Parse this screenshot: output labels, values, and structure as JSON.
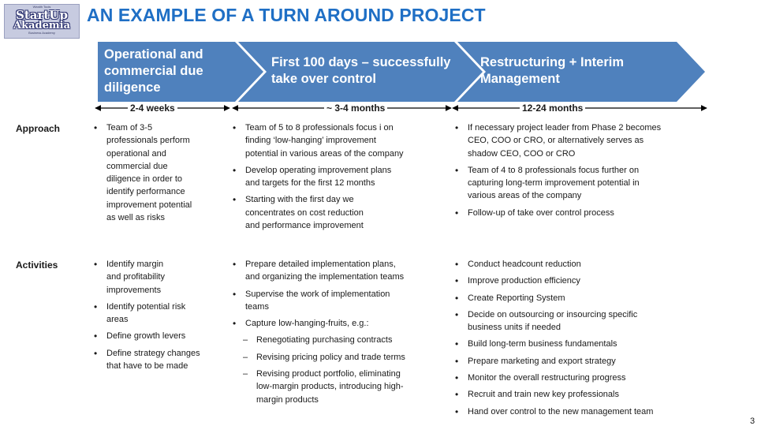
{
  "logo": {
    "tagline_top": "Wealth Tools",
    "line1": "StartUp",
    "line2": "Akademia",
    "tagline_bottom": "Business Academy"
  },
  "title": "AN EXAMPLE OF A TURN AROUND PROJECT",
  "colors": {
    "chevron": "#4f81bd",
    "title": "#1f6fc5"
  },
  "phases": [
    {
      "lines": [
        "Operational and",
        "commercial due",
        "diligence"
      ],
      "duration": "2-4 weeks"
    },
    {
      "lines": [
        "First 100 days – successfully",
        "take over control"
      ],
      "duration": "~ 3-4 months"
    },
    {
      "lines": [
        "Restructuring + Interim",
        "Management"
      ],
      "duration": "12-24 months"
    }
  ],
  "rows": {
    "approach": {
      "label": "Approach",
      "col1": [
        {
          "lines": [
            "Team of 3-5",
            "professionals perform",
            "operational and",
            "commercial due",
            "diligence in order to",
            "identify performance",
            "improvement potential",
            "as well as risks"
          ]
        }
      ],
      "col2": [
        {
          "lines": [
            "Team of 5 to 8 professionals focus i on",
            "finding ‘low-hanging’ improvement",
            "potential in various areas of the company"
          ]
        },
        {
          "lines": [
            "Develop operating improvement plans",
            "and targets for the first 12 months"
          ]
        },
        {
          "lines": [
            "Starting with the first day we",
            "concentrates on cost reduction",
            "and performance improvement"
          ]
        }
      ],
      "col3": [
        {
          "lines": [
            "If necessary project leader from Phase 2 becomes",
            "CEO, COO or CRO, or alternatively serves as",
            "shadow CEO, COO or CRO"
          ]
        },
        {
          "lines": [
            "Team of 4 to 8 professionals focus further on",
            "capturing long-term improvement potential in",
            "various areas of the company"
          ]
        },
        {
          "lines": [
            "Follow-up of take over control process"
          ]
        }
      ]
    },
    "activities": {
      "label": "Activities",
      "col1": [
        {
          "lines": [
            "Identify margin",
            "and profitability",
            "improvements"
          ]
        },
        {
          "lines": [
            "Identify potential risk",
            "areas"
          ]
        },
        {
          "lines": [
            "Define growth levers"
          ]
        },
        {
          "lines": [
            "Define strategy changes",
            "that have to be made"
          ]
        }
      ],
      "col2": [
        {
          "lines": [
            "Prepare detailed implementation plans,",
            "and organizing the implementation teams"
          ]
        },
        {
          "lines": [
            "Supervise the work of implementation",
            "teams"
          ]
        },
        {
          "lines": [
            "Capture low-hanging-fruits, e.g.:"
          ]
        },
        {
          "sub": true,
          "lines": [
            "Renegotiating purchasing contracts"
          ]
        },
        {
          "sub": true,
          "lines": [
            "Revising pricing policy and trade terms"
          ]
        },
        {
          "sub": true,
          "lines": [
            "Revising product portfolio, eliminating",
            "low-margin products, introducing high-",
            "margin products"
          ]
        }
      ],
      "col3": [
        {
          "lines": [
            "Conduct headcount reduction"
          ]
        },
        {
          "lines": [
            "Improve production efficiency"
          ]
        },
        {
          "lines": [
            "Create  Reporting System"
          ]
        },
        {
          "lines": [
            "Decide on outsourcing or insourcing  specific",
            "business units if needed"
          ]
        },
        {
          "lines": [
            "Build long-term business fundamentals"
          ]
        },
        {
          "lines": [
            "Prepare marketing and export strategy"
          ]
        },
        {
          "lines": [
            "Monitor the  overall restructuring progress"
          ]
        },
        {
          "lines": [
            "Recruit and train new key professionals"
          ]
        },
        {
          "lines": [
            "Hand over control to the new management team"
          ]
        }
      ]
    }
  },
  "page_number": "3"
}
